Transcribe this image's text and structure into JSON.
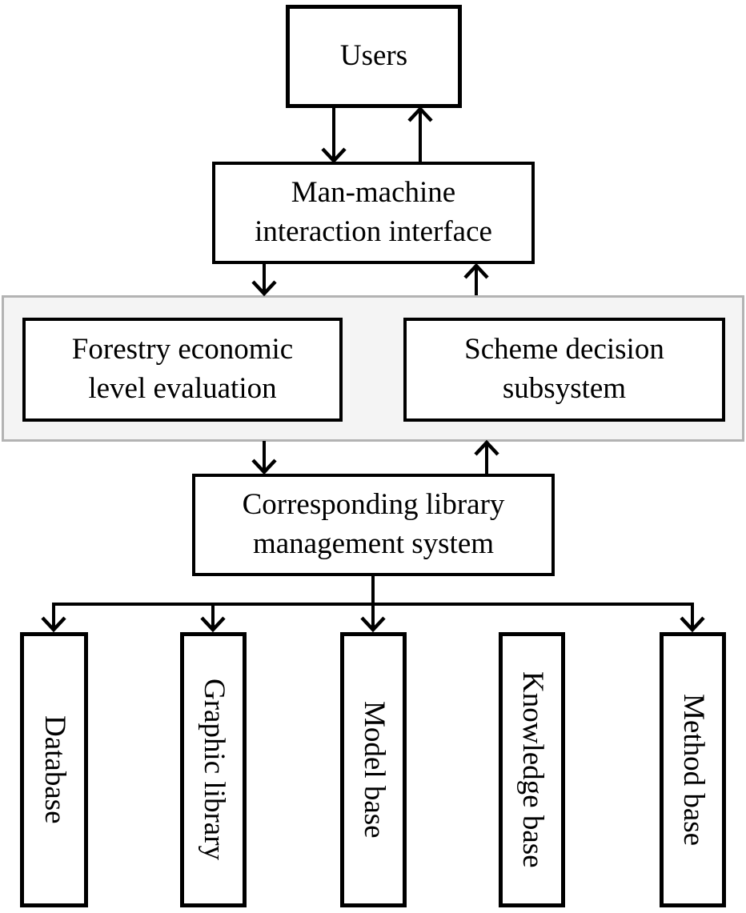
{
  "colors": {
    "line": "#000000",
    "text": "#000000",
    "box_fill": "#ffffff",
    "panel_fill": "#f4f4f4",
    "panel_border": "#b3b3b3"
  },
  "nodes": {
    "users": {
      "lines": [
        "Users"
      ]
    },
    "interface": {
      "lines": [
        "Man-machine",
        "interaction interface"
      ]
    },
    "forestry": {
      "lines": [
        "Forestry economic",
        "level evaluation"
      ]
    },
    "scheme": {
      "lines": [
        "Scheme decision",
        "subsystem"
      ]
    },
    "library": {
      "lines": [
        "Corresponding library",
        "management system"
      ]
    },
    "database": {
      "label": "Database"
    },
    "graphic": {
      "label": "Graphic library"
    },
    "model": {
      "label": "Model base"
    },
    "knowledge": {
      "label": "Knowledge base"
    },
    "method": {
      "label": "Method base"
    }
  }
}
